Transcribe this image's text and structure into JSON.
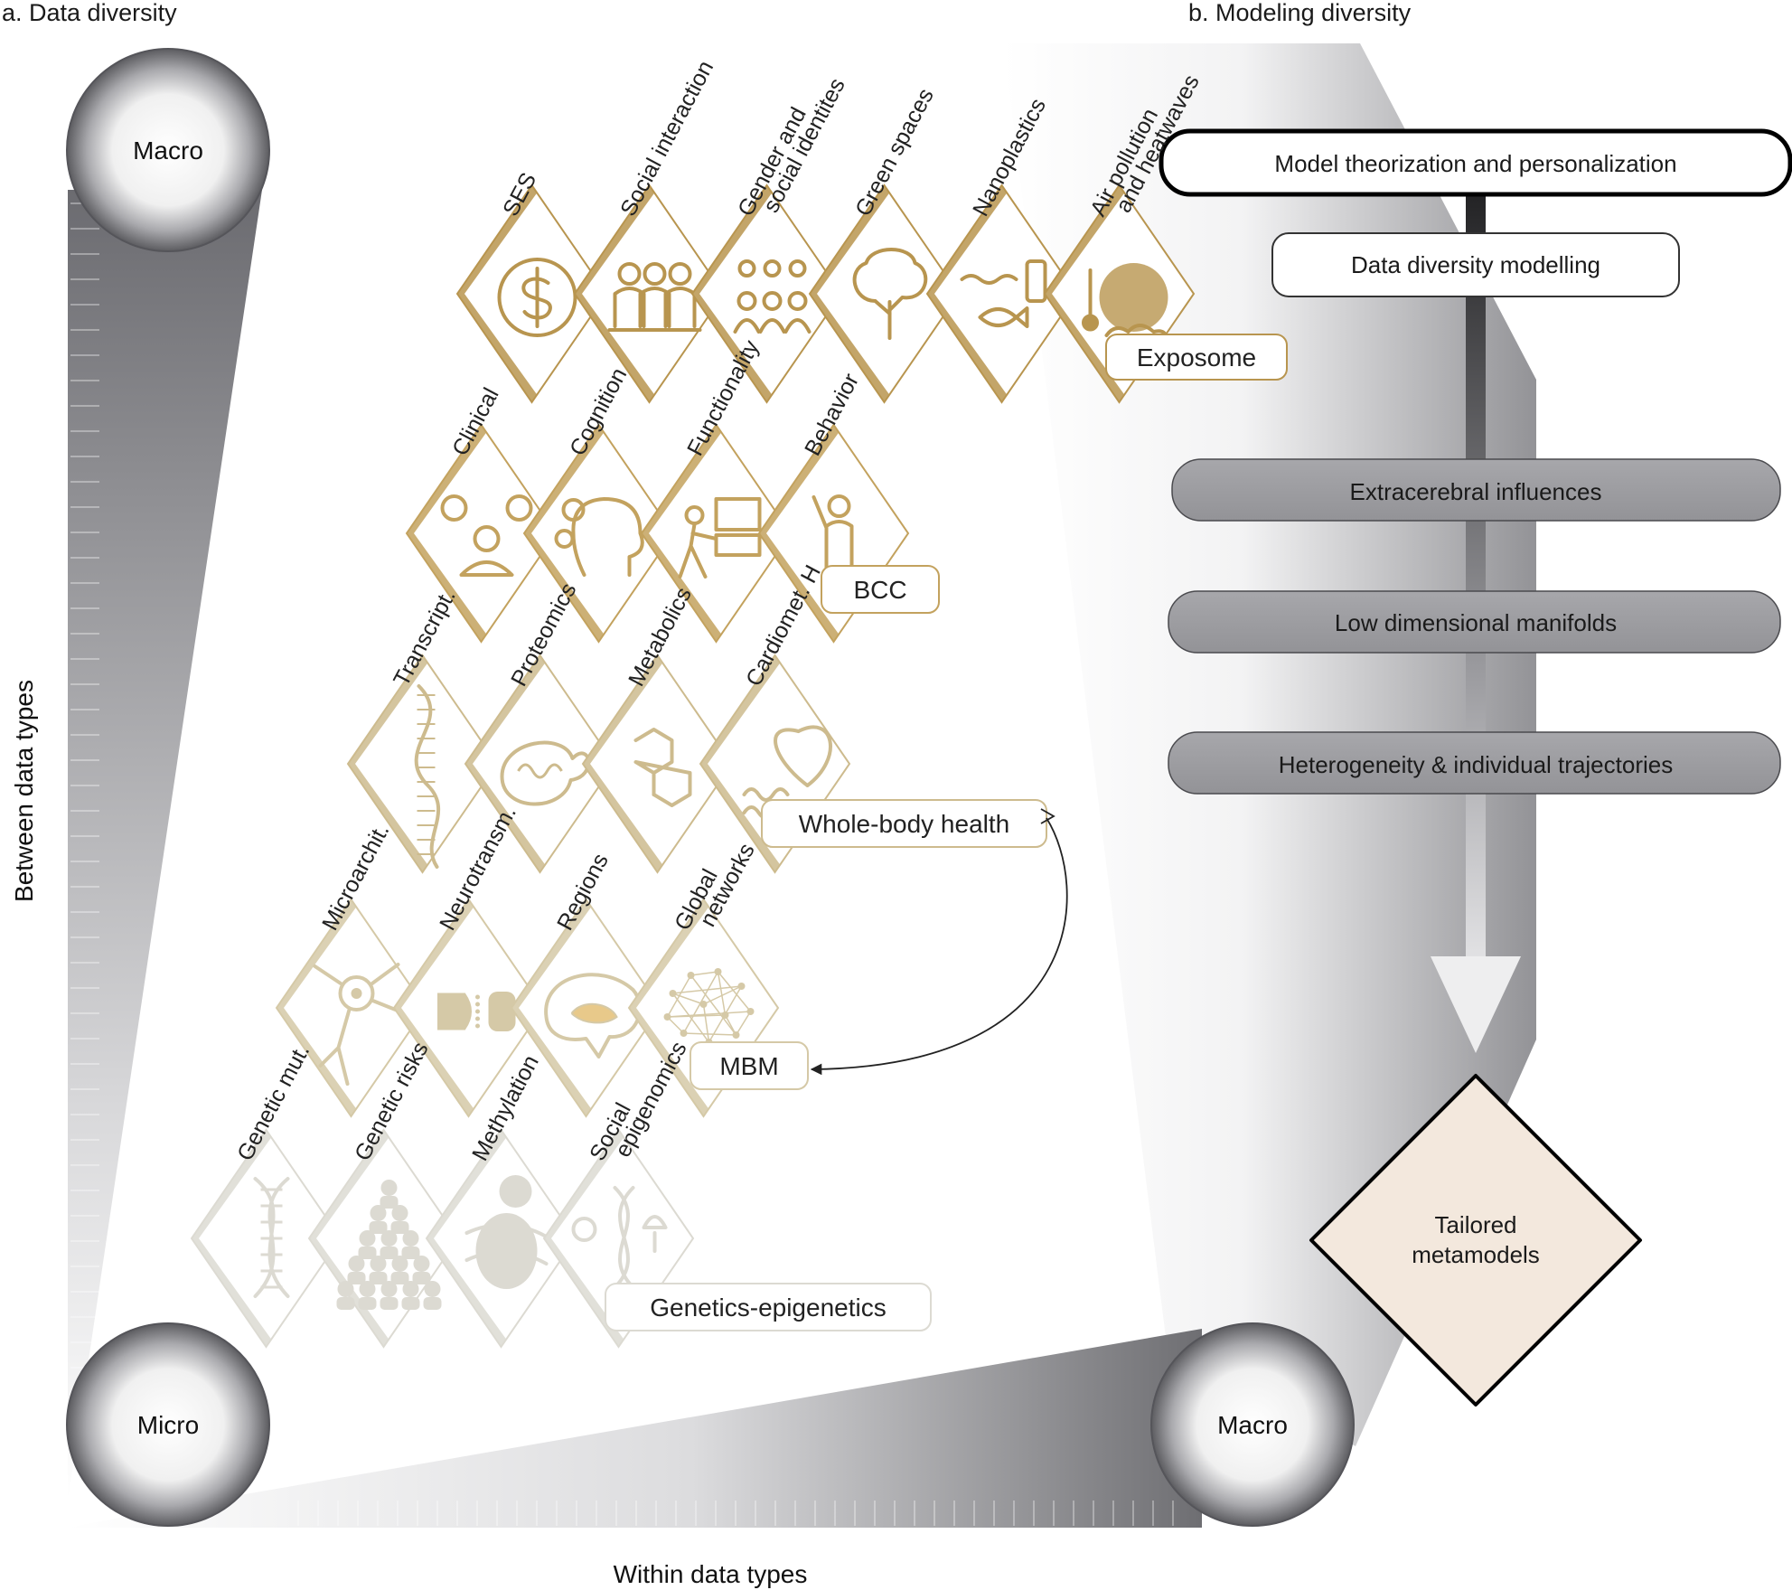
{
  "panel_a": {
    "title": "a. Data diversity",
    "y_axis_label": "Between data types",
    "x_axis_label": "Within data types",
    "sphere_top_left": "Macro",
    "sphere_bottom_left": "Micro",
    "sphere_bottom_right": "Macro",
    "rows": [
      {
        "group": "Exposome",
        "color": "#b8954f",
        "tiles": [
          {
            "label": "SES",
            "icon": "dollar-icon"
          },
          {
            "label": "Social interaction",
            "icon": "people-group-icon"
          },
          {
            "label": "Gender and social identites",
            "icon": "gender-symbols-icon"
          },
          {
            "label": "Green spaces",
            "icon": "tree-icon"
          },
          {
            "label": "Nanoplastics",
            "icon": "fish-bottle-icon"
          },
          {
            "label": "Air pollution and heatwaves",
            "icon": "thermometer-globe-icon"
          }
        ]
      },
      {
        "group": "BCC",
        "color": "#c3a25e",
        "tiles": [
          {
            "label": "Clinical",
            "icon": "faces-person-icon"
          },
          {
            "label": "Cognition",
            "icon": "head-gears-icon"
          },
          {
            "label": "Functionality",
            "icon": "person-cart-icon"
          },
          {
            "label": "Behavior",
            "icon": "person-waving-icon"
          }
        ]
      },
      {
        "group": "Whole-body health",
        "color": "#cdbb8e",
        "tiles": [
          {
            "label": "Transcript.",
            "icon": "rna-strand-icon"
          },
          {
            "label": "Proteomics",
            "icon": "protein-icon"
          },
          {
            "label": "Metabolics",
            "icon": "molecule-icon"
          },
          {
            "label": "Cardiomet. H",
            "icon": "heart-gut-icon"
          }
        ]
      },
      {
        "group": "MBM",
        "color": "#d5c9a7",
        "tiles": [
          {
            "label": "Microarchit.",
            "icon": "neuron-icon"
          },
          {
            "label": "Neurotransm.",
            "icon": "synapse-icon"
          },
          {
            "label": "Regions",
            "icon": "brain-icon"
          },
          {
            "label": "Global networks",
            "icon": "brain-network-icon"
          }
        ]
      },
      {
        "group": "Genetics-epigenetics",
        "color": "#dcdad2",
        "tiles": [
          {
            "label": "Genetic mut.",
            "icon": "dna-icon"
          },
          {
            "label": "Genetic risks",
            "icon": "population-icon"
          },
          {
            "label": "Methylation",
            "icon": "nucleosome-icon"
          },
          {
            "label": "Social epigenomics",
            "icon": "dna-society-icon"
          }
        ]
      }
    ]
  },
  "panel_b": {
    "title": "b. Modeling diversity",
    "steps": [
      "Model theorization and personalization",
      "Data diversity modelling",
      "Extracerebral influences",
      "Low dimensional manifolds",
      "Heterogeneity & individual trajectories"
    ],
    "outcome": [
      "Tailored",
      "metamodels"
    ]
  }
}
